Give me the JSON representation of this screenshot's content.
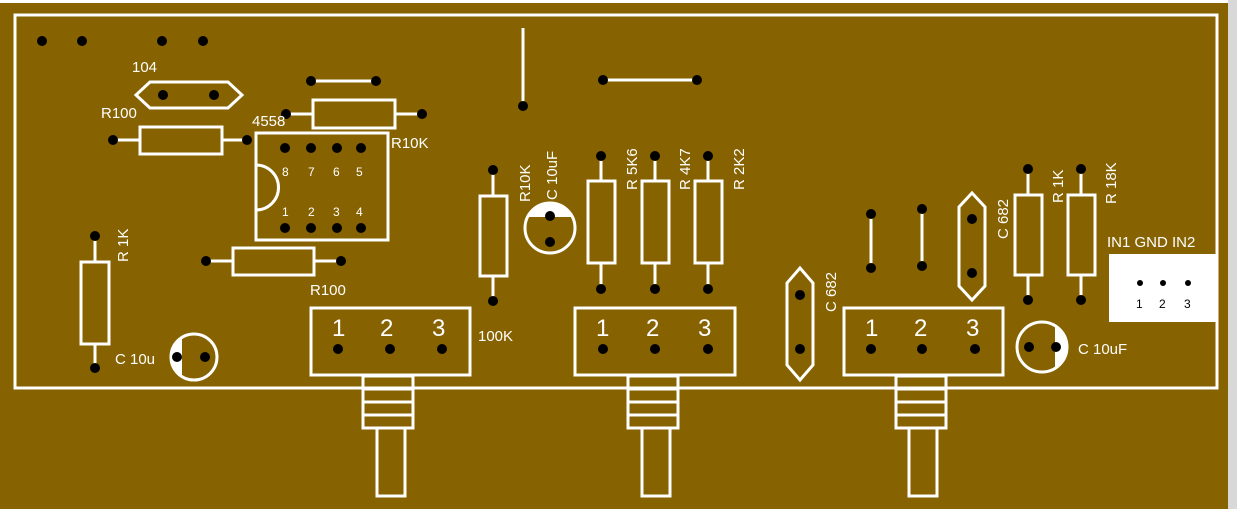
{
  "colors": {
    "board": "#866200",
    "silkscreen": "#ffffff",
    "pad": "#000000"
  },
  "labels": {
    "cap_104": "104",
    "r100_top": "R100",
    "ic": "4558",
    "r10k_top": "R10K",
    "r1k_left": "R 1K",
    "r100_bottom": "R100",
    "c10u_left": "C 10u",
    "pot1_value": "100K",
    "r10k_mid": "R10K",
    "c10uf_mid": "C 10uF",
    "r5k6": "R 5K6",
    "r4k7": "R 4K7",
    "r2k2": "R 2K2",
    "c682_a": "C 682",
    "c682_b": "C 682",
    "r1k_right": "R 1K",
    "r18k": "R 18K",
    "input_header": "IN1 GND IN2",
    "c10uf_right": "C 10uF"
  },
  "ic_pins_top": [
    "8",
    "7",
    "6",
    "5"
  ],
  "ic_pins_bottom": [
    "1",
    "2",
    "3",
    "4"
  ],
  "pot_pins": [
    "1",
    "2",
    "3"
  ],
  "input_pins": [
    "1",
    "2",
    "3"
  ]
}
